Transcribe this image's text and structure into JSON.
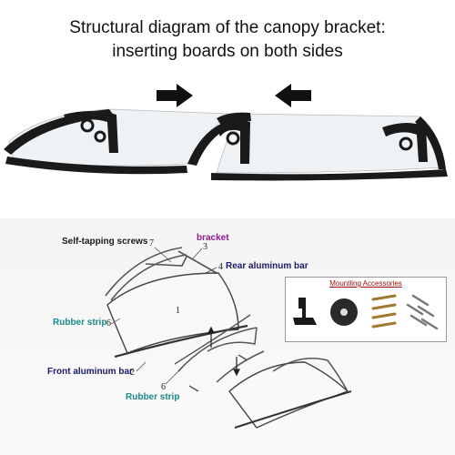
{
  "header": {
    "line1": "Structural diagram of the canopy bracket:",
    "line2": "inserting boards on both sides"
  },
  "labels": {
    "self_tapping_screws": "Self-tapping screws",
    "bracket": "bracket",
    "rear_bar": "Rear aluminum bar",
    "rubber_strip_1": "Rubber strip",
    "front_bar": "Front aluminum bar",
    "rubber_strip_2": "Rubber strip"
  },
  "numbers": {
    "n7": "7",
    "n3": "3",
    "n4": "4",
    "n1": "1",
    "n6a": "6",
    "n2": "2",
    "n6b": "6"
  },
  "accessories": {
    "title": "Mountling Accessories"
  },
  "colors": {
    "bracket_black": "#1a1a1a",
    "panel_clear": "#e9eef2",
    "label_green": "#1a8a8a",
    "label_purple": "#8a1a8a",
    "label_navy": "#1a1a6a",
    "accessories_red": "#a01010"
  },
  "icons": [
    "arrow-right-icon",
    "arrow-left-icon"
  ]
}
